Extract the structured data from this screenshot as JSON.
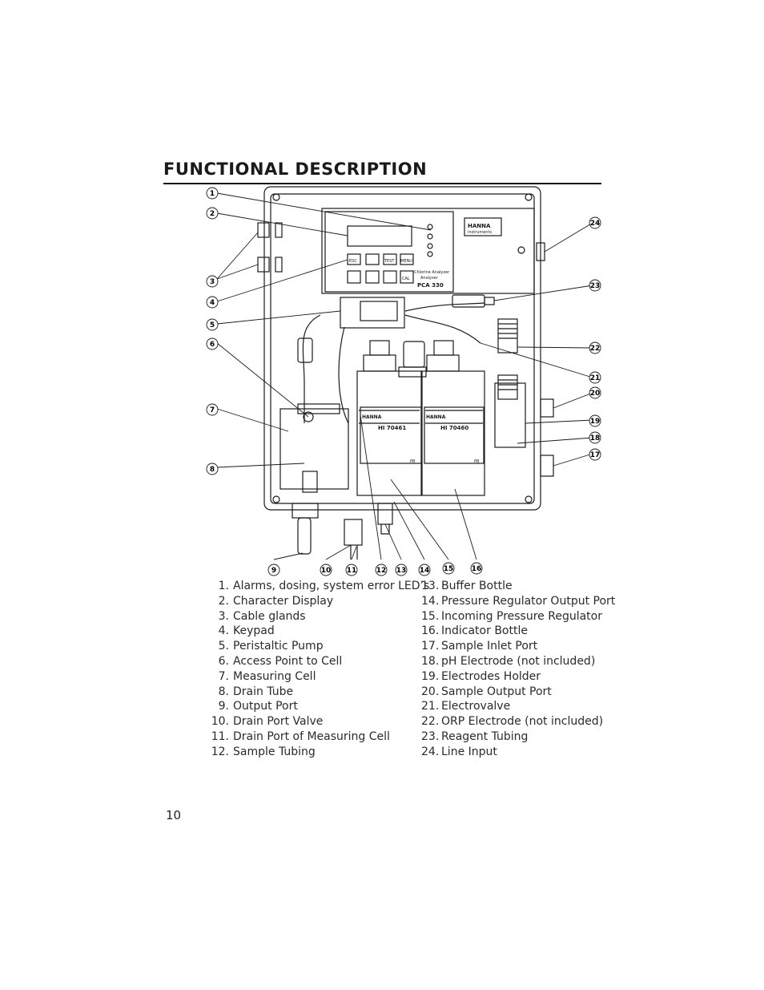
{
  "page": {
    "title": "FUNCTIONAL  DESCRIPTION",
    "page_number": "10"
  },
  "diagram": {
    "callouts": [
      "1",
      "2",
      "3",
      "4",
      "5",
      "6",
      "7",
      "8",
      "9",
      "10",
      "11",
      "12",
      "13",
      "14",
      "15",
      "16",
      "17",
      "18",
      "19",
      "20",
      "21",
      "22",
      "23",
      "24"
    ],
    "device_labels": {
      "brand": "HANNA",
      "brand_sub": "instruments",
      "model_line1": "Chlorine Analyzer",
      "model_line2": "Analyser",
      "model": "PCA 330",
      "key_esc": "ESC",
      "key_test": "TEST",
      "key_menu": "MENU",
      "key_cal": "CAL",
      "bottle_left_code": "HI 70461",
      "bottle_right_code": "HI 70460",
      "bottle_pb": "PB"
    }
  },
  "legend_left": [
    {
      "num": "1.",
      "text": "Alarms, dosing, system error LED’s"
    },
    {
      "num": "2.",
      "text": "Character Display"
    },
    {
      "num": "3.",
      "text": "Cable glands"
    },
    {
      "num": "4.",
      "text": "Keypad"
    },
    {
      "num": "5.",
      "text": "Peristaltic Pump"
    },
    {
      "num": "6.",
      "text": "Access Point to Cell"
    },
    {
      "num": "7.",
      "text": "Measuring Cell"
    },
    {
      "num": "8.",
      "text": "Drain Tube"
    },
    {
      "num": "9.",
      "text": "Output Port"
    },
    {
      "num": "10.",
      "text": "Drain Port Valve"
    },
    {
      "num": "11.",
      "text": "Drain Port of Measuring Cell"
    },
    {
      "num": "12.",
      "text": "Sample Tubing"
    }
  ],
  "legend_right": [
    {
      "num": "13.",
      "text": "Buffer Bottle"
    },
    {
      "num": "14.",
      "text": "Pressure Regulator Output Port"
    },
    {
      "num": "15.",
      "text": "Incoming Pressure Regulator"
    },
    {
      "num": "16.",
      "text": "Indicator Bottle"
    },
    {
      "num": "17.",
      "text": "Sample Inlet Port"
    },
    {
      "num": "18.",
      "text": "pH Electrode (not included)"
    },
    {
      "num": "19.",
      "text": "Electrodes Holder"
    },
    {
      "num": "20.",
      "text": "Sample Output Port"
    },
    {
      "num": "21.",
      "text": "Electrovalve"
    },
    {
      "num": "22.",
      "text": "ORP Electrode (not included)"
    },
    {
      "num": "23.",
      "text": "Reagent Tubing"
    },
    {
      "num": "24.",
      "text": "Line Input"
    }
  ]
}
